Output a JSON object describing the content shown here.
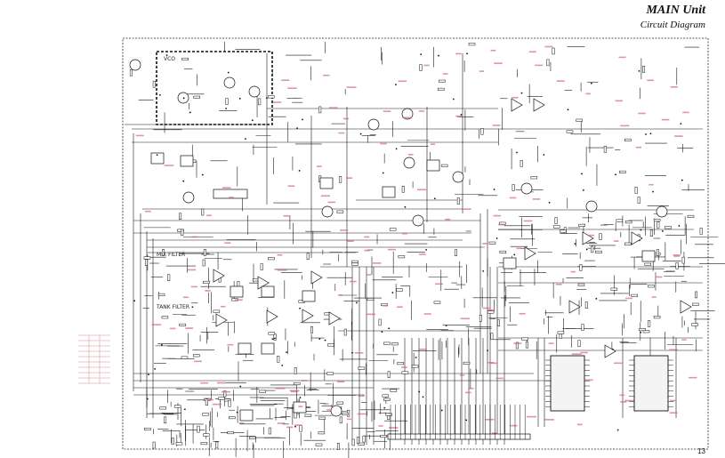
{
  "header": {
    "title": "MAIN Unit",
    "subtitle": "Circuit Diagram"
  },
  "footer": {
    "page_number": "13"
  },
  "blocks": {
    "vco": "VCO",
    "mix_filter": "MIX FILTER",
    "tank_filter": "TANK FILTER"
  },
  "colors": {
    "line": "#1a1a1a",
    "part_label": "#d06a7a",
    "background": "#ffffff"
  }
}
